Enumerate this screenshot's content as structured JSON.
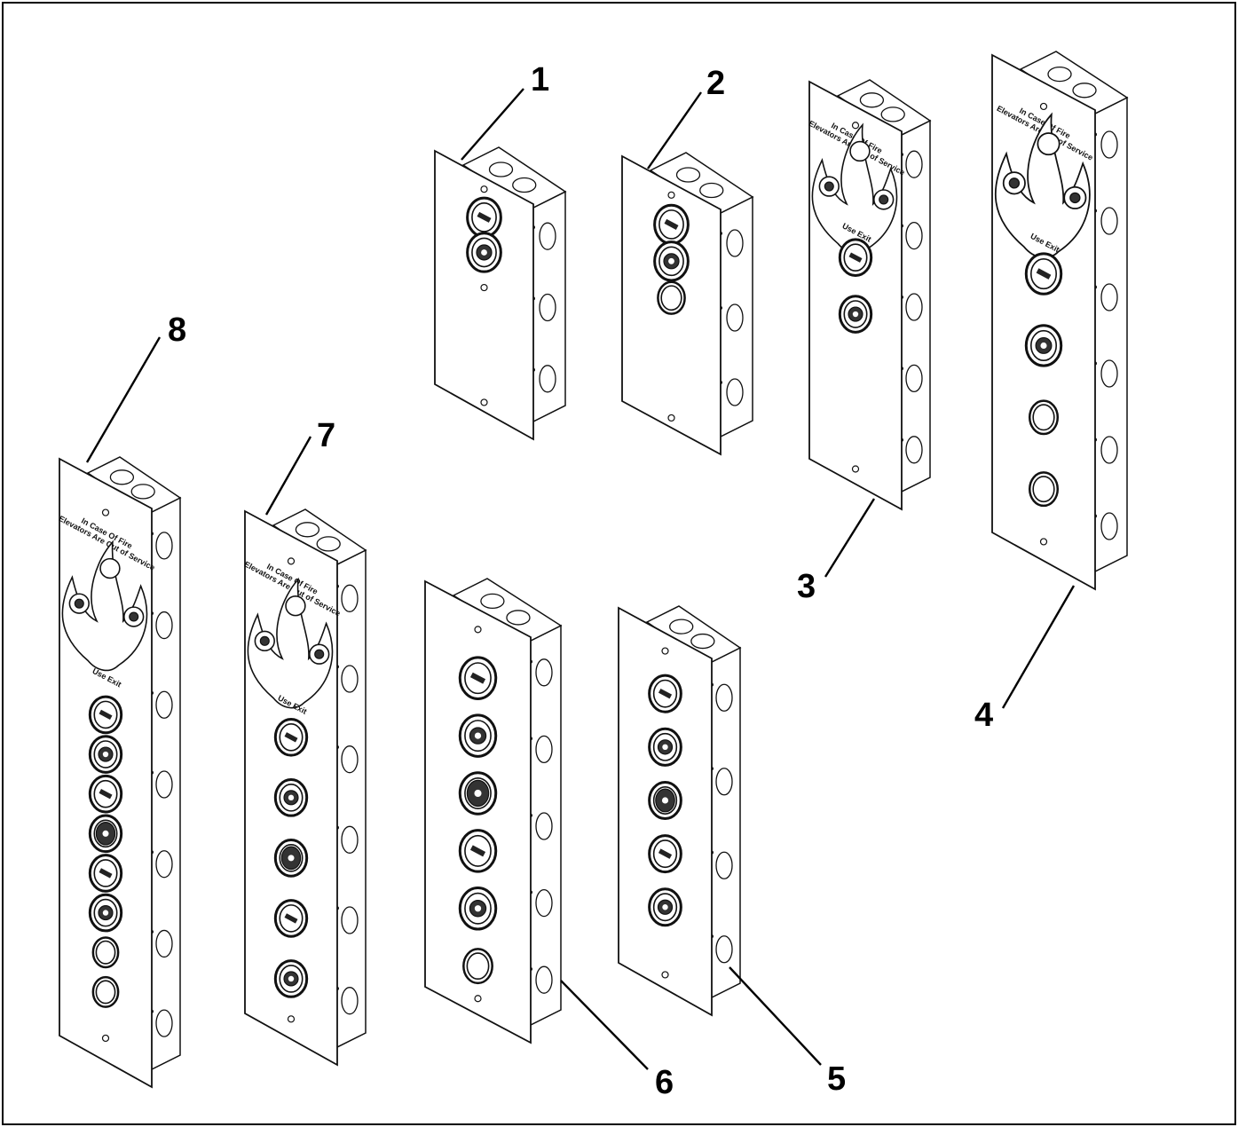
{
  "figure": {
    "callouts": [
      {
        "id": "1",
        "label": "1"
      },
      {
        "id": "2",
        "label": "2"
      },
      {
        "id": "3",
        "label": "3"
      },
      {
        "id": "4",
        "label": "4"
      },
      {
        "id": "5",
        "label": "5"
      },
      {
        "id": "6",
        "label": "6"
      },
      {
        "id": "7",
        "label": "7"
      },
      {
        "id": "8",
        "label": "8"
      }
    ],
    "panel_text": {
      "line1": "In Case Of Fire",
      "line2": "Elevators Are Out of Service",
      "line3": "Use Exit"
    }
  }
}
